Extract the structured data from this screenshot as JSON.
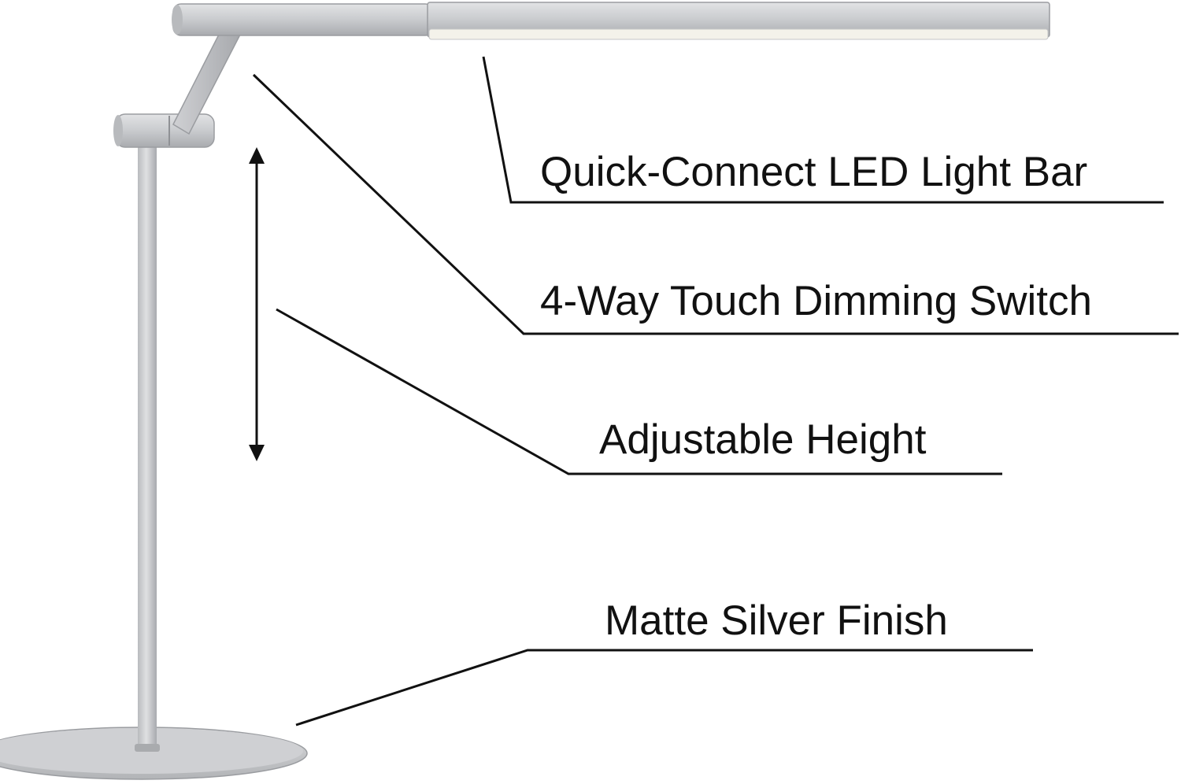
{
  "callouts": {
    "led_light_bar": "Quick-Connect LED Light Bar",
    "touch_dimming_switch": "4-Way Touch Dimming Switch",
    "adjustable_height": "Adjustable Height",
    "finish": "Matte Silver Finish"
  },
  "colors": {
    "background": "#ffffff",
    "text": "#111111",
    "leader_line": "#111111",
    "silver_light": "#d6d7d9",
    "silver_mid": "#bfc1c4",
    "silver_dark": "#9fa1a5",
    "led_glow": "#f4f2ea"
  }
}
